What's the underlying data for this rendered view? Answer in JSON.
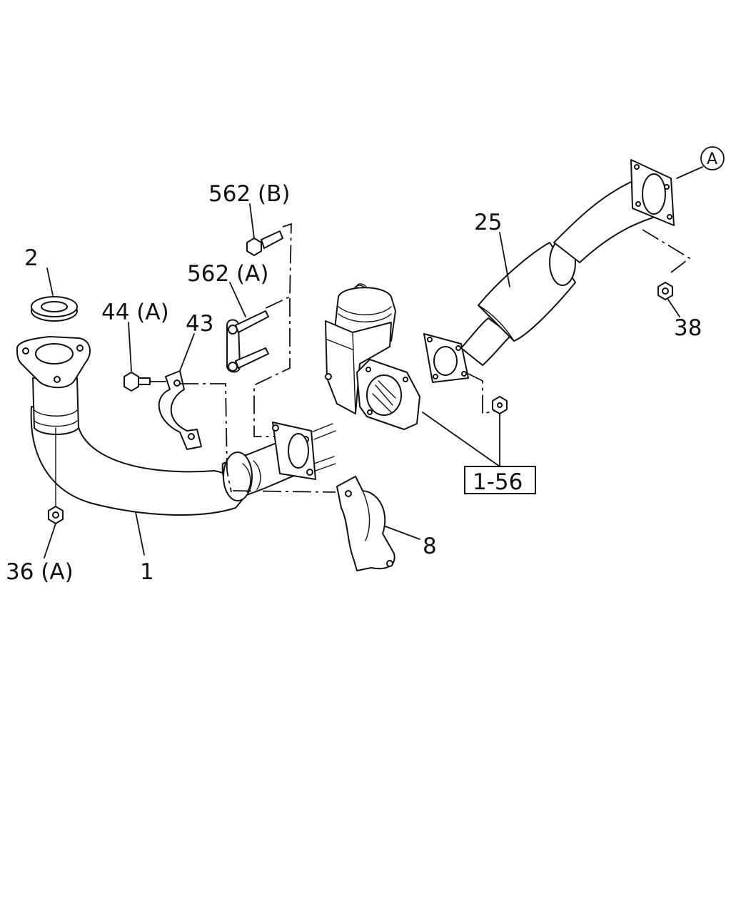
{
  "callouts": {
    "part_2": "2",
    "part_44a": "44 (A)",
    "part_43": "43",
    "part_562b": "562 (B)",
    "part_562a": "562 (A)",
    "part_25": "25",
    "part_38": "38",
    "part_8": "8",
    "part_1": "1",
    "part_36a": "36 (A)",
    "ref_1_56": "1-56",
    "circle_a": "A"
  },
  "colors": {
    "line": "#111111",
    "background": "#ffffff"
  }
}
